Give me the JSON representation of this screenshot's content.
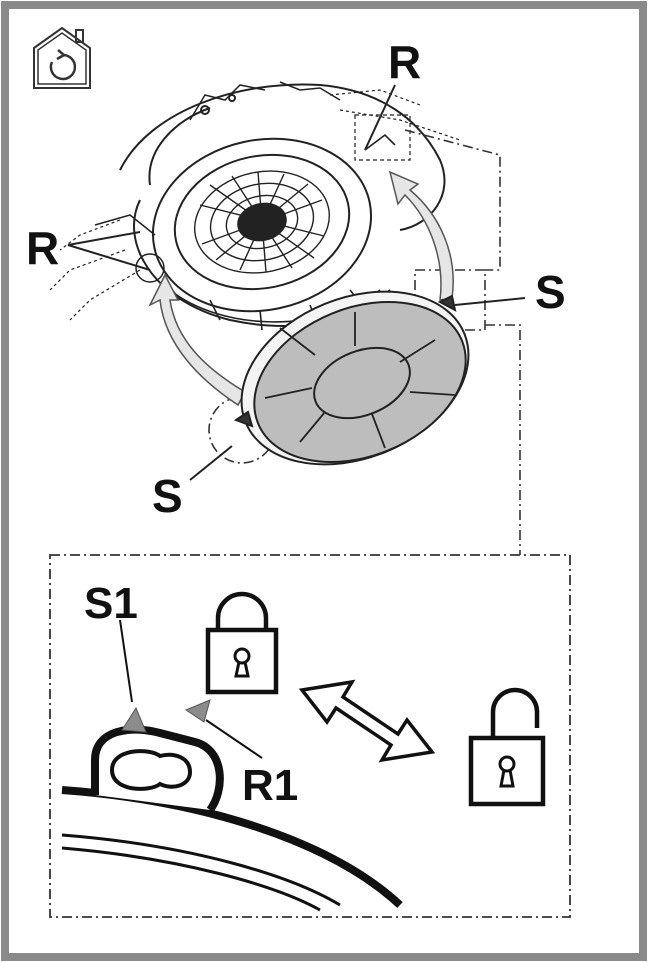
{
  "labels": {
    "r_top": "R",
    "r_left": "R",
    "s_right": "S",
    "s_bottom": "S",
    "s1": "S1",
    "r1": "R1"
  },
  "icons": {
    "top_left": "house-recirculation-icon",
    "locked": "padlock-locked-icon",
    "unlocked": "padlock-unlocked-icon",
    "double_arrow": "double-arrow-icon"
  },
  "colors": {
    "frame": "#8a8a8a",
    "ink": "#111111",
    "filter": "#bdbdbd",
    "triangle": "#8c8c8c",
    "arrow": "#e6e6e6"
  }
}
